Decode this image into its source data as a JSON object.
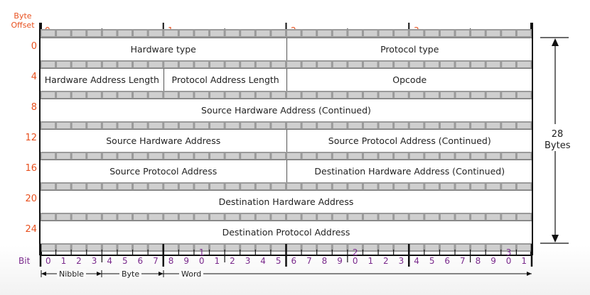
{
  "header": {
    "byte_label": "Byte",
    "offset_label": "Offset"
  },
  "byte_markers": [
    "0",
    "1",
    "2",
    "3"
  ],
  "offsets": [
    "0",
    "4",
    "8",
    "12",
    "16",
    "20",
    "24"
  ],
  "rows": [
    [
      {
        "label": "Hardware type",
        "span": 16
      },
      {
        "label": "Protocol type",
        "span": 16
      }
    ],
    [
      {
        "label": "Hardware Address Length",
        "span": 8
      },
      {
        "label": "Protocol Address Length",
        "span": 8
      },
      {
        "label": "Opcode",
        "span": 16
      }
    ],
    [
      {
        "label": "Source Hardware Address (Continued)",
        "span": 32
      }
    ],
    [
      {
        "label": "Source Hardware Address",
        "span": 16
      },
      {
        "label": "Source Protocol Address (Continued)",
        "span": 16
      }
    ],
    [
      {
        "label": "Source Protocol Address",
        "span": 16
      },
      {
        "label": "Destination Hardware Address (Continued)",
        "span": 16
      }
    ],
    [
      {
        "label": "Destination Hardware Address",
        "span": 32
      }
    ],
    [
      {
        "label": "Destination Protocol Address",
        "span": 32
      }
    ]
  ],
  "size_label": {
    "value": "28",
    "unit": "Bytes"
  },
  "bit_label": "Bit",
  "bits": [
    "0",
    "1",
    "2",
    "3",
    "4",
    "5",
    "6",
    "7",
    "8",
    "9",
    "10",
    "1",
    "2",
    "3",
    "4",
    "5",
    "6",
    "7",
    "8",
    "9",
    "20",
    "1",
    "2",
    "3",
    "4",
    "5",
    "6",
    "7",
    "8",
    "9",
    "30",
    "1"
  ],
  "groups": {
    "nibble": "Nibble",
    "byte": "Byte",
    "word": "Word"
  },
  "colors": {
    "offset": "#e8501e",
    "bits": "#7a2a8c",
    "frame": "#111111"
  }
}
